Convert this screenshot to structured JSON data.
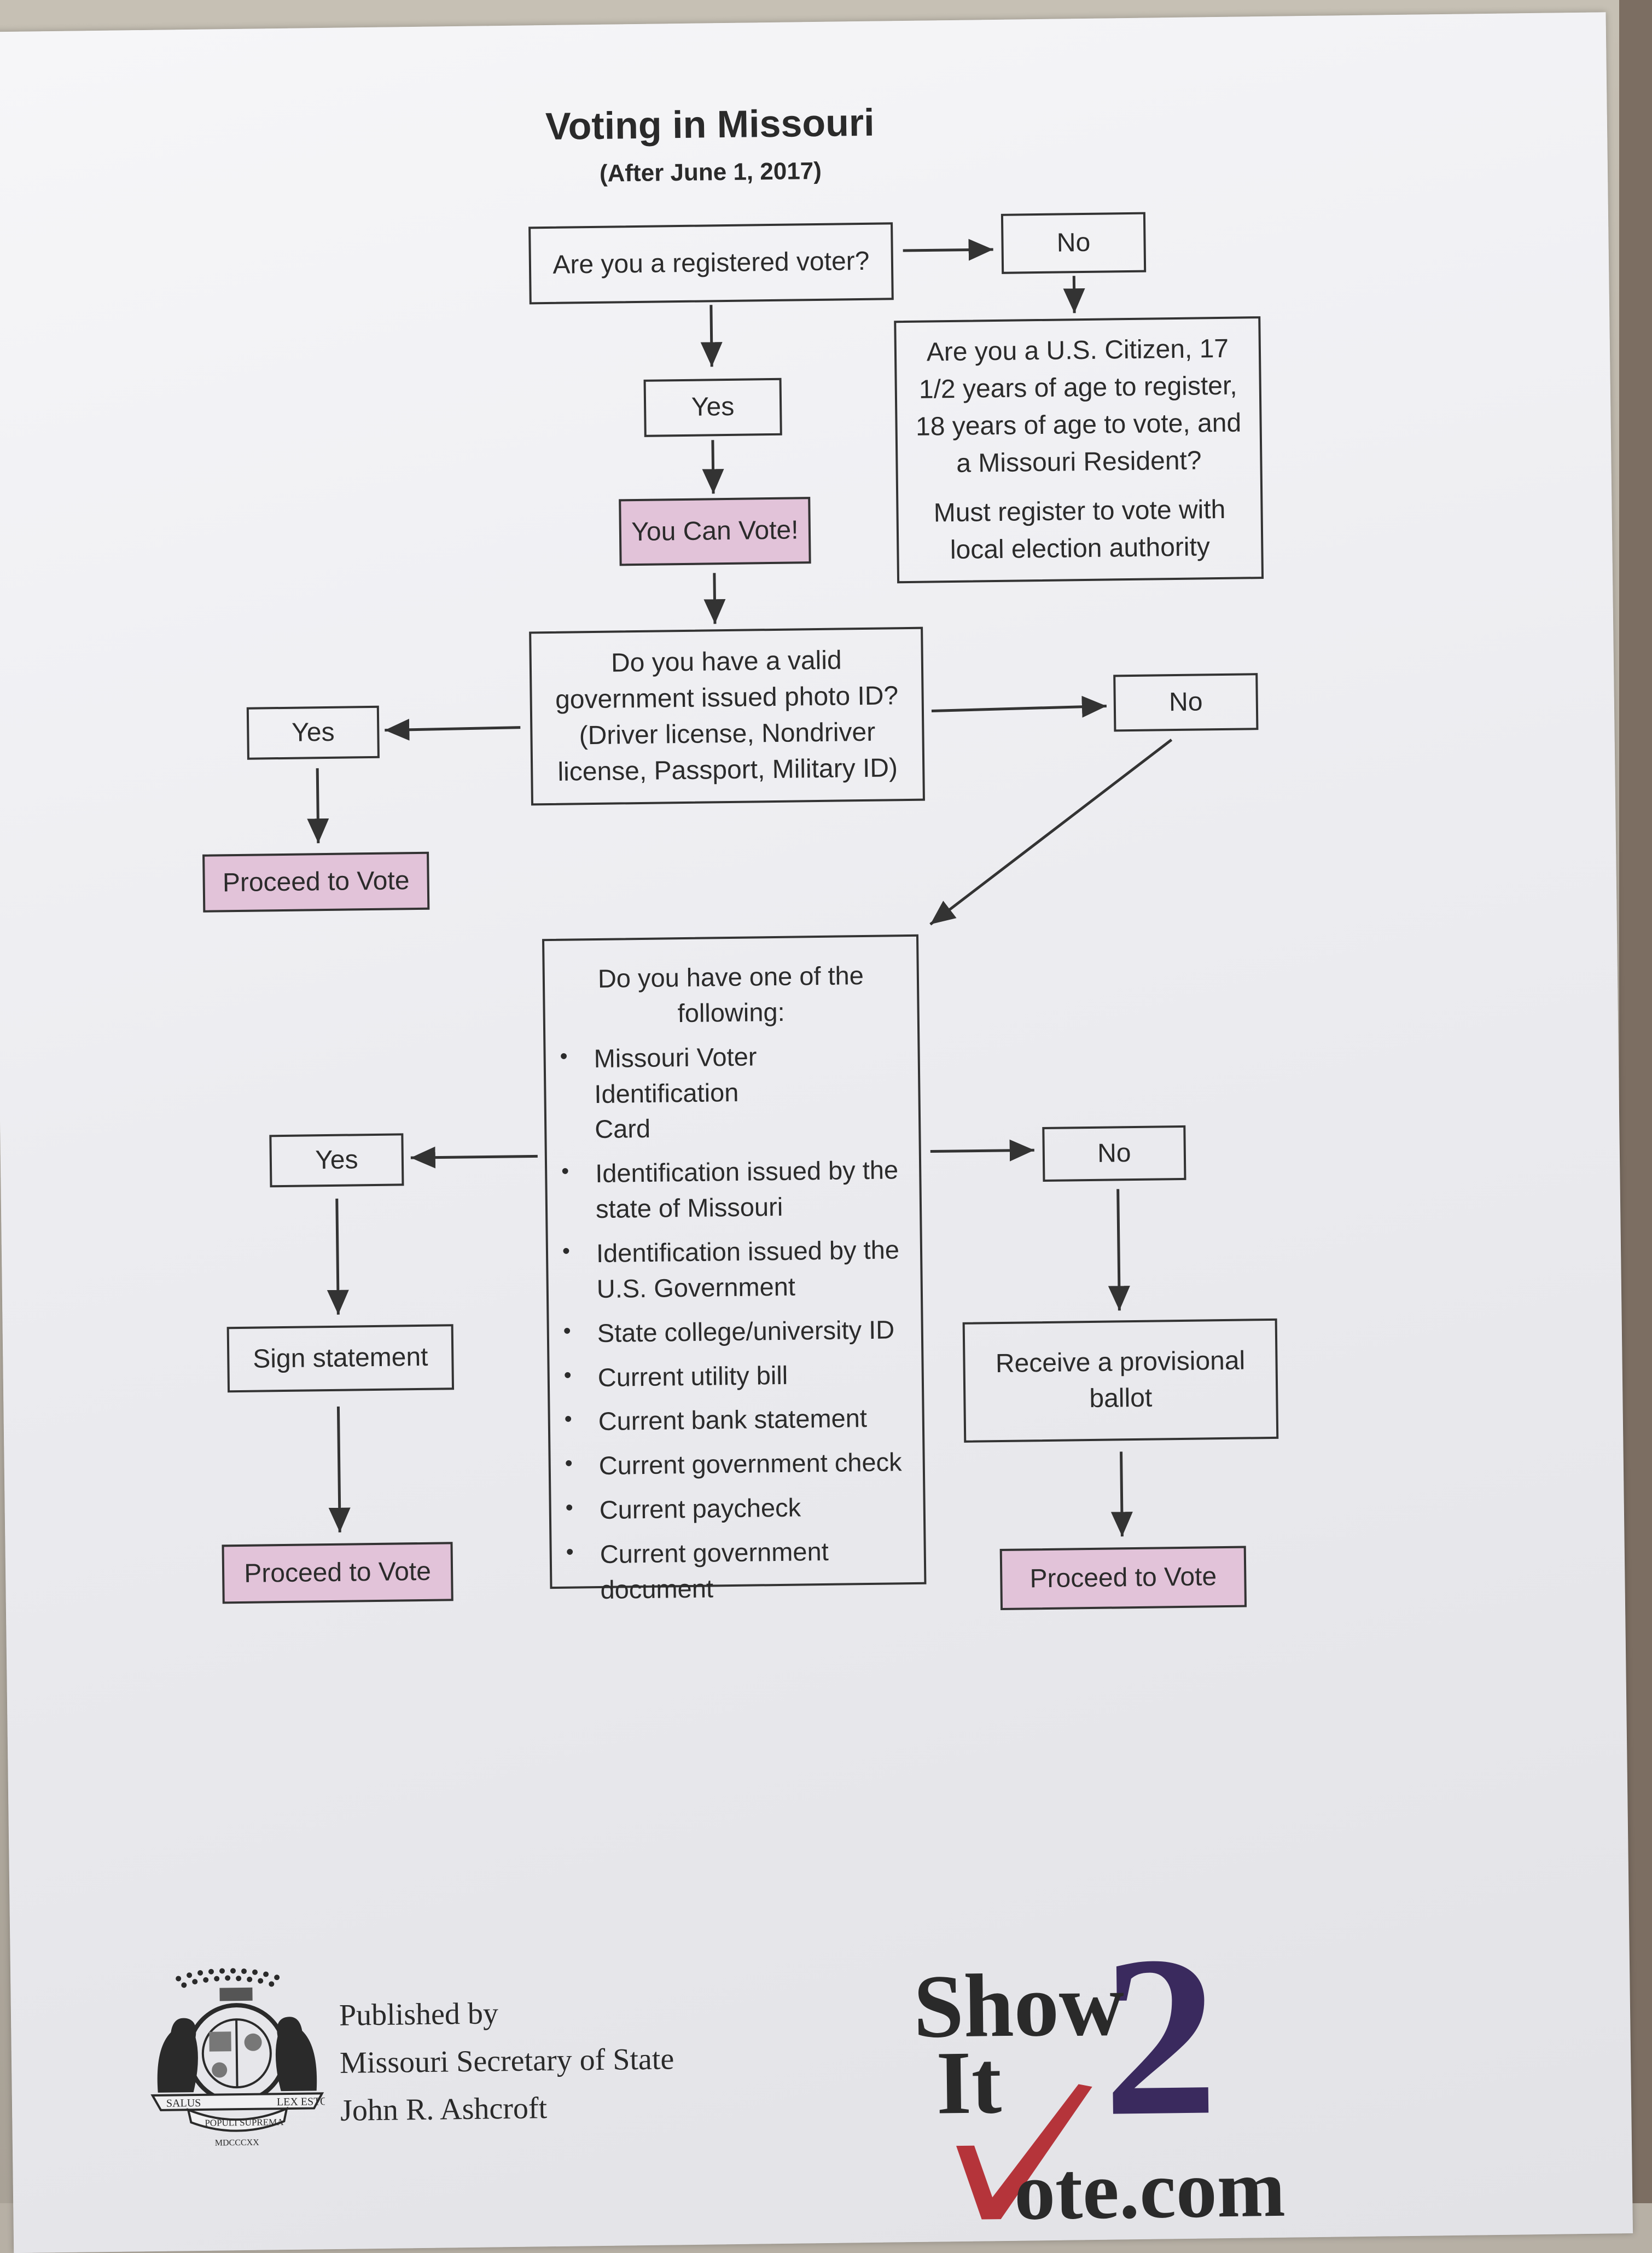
{
  "title": "Voting in Missouri",
  "subtitle": "(After June 1, 2017)",
  "nodes": {
    "registered_q": "Are you a registered voter?",
    "registered_no": "No",
    "citizen_q_1": "Are you a U.S. Citizen, 17",
    "citizen_q_2": "1/2 years of age to register,",
    "citizen_q_3": "18 years of age to vote, and",
    "citizen_q_4": "a Missouri Resident?",
    "citizen_note_1": "Must register to vote with",
    "citizen_note_2": "local election authority",
    "registered_yes": "Yes",
    "can_vote": "You Can Vote!",
    "photo_id_q_1": "Do you have a valid",
    "photo_id_q_2": "government issued photo ID?",
    "photo_id_q_3": "(Driver license, Nondriver",
    "photo_id_q_4": "license, Passport, Military ID)",
    "photo_id_yes": "Yes",
    "photo_id_no": "No",
    "proceed_1": "Proceed to Vote",
    "alt_id_q_1": "Do you have one of the",
    "alt_id_q_2": "following:",
    "alt_id_items": [
      [
        "Missouri Voter Identification",
        "Card"
      ],
      [
        "Identification issued by the",
        "state of Missouri"
      ],
      [
        "Identification issued by the",
        "U.S. Government"
      ],
      [
        "State college/university ID"
      ],
      [
        "Current utility bill"
      ],
      [
        "Current bank statement"
      ],
      [
        "Current government check"
      ],
      [
        "Current paycheck"
      ],
      [
        "Current government",
        "document"
      ]
    ],
    "alt_id_yes": "Yes",
    "alt_id_no": "No",
    "sign_statement": "Sign statement",
    "proceed_2": "Proceed to Vote",
    "provisional_1": "Receive a provisional",
    "provisional_2": "ballot",
    "proceed_3": "Proceed to Vote"
  },
  "footer": {
    "published_by": "Published by",
    "office": "Missouri Secretary of State",
    "name": "John R. Ashcroft",
    "logo_show": "Show",
    "logo_it": "It",
    "logo_2": "2",
    "logo_vote": "ote.com",
    "seal_salus": "SALUS",
    "seal_populi": "POPULI SUPREMA",
    "seal_lex": "LEX ESTO",
    "seal_year": "MDCCCXX"
  },
  "colors": {
    "pink_fill": "#e2c3d9",
    "logo_purple": "#3a2a5e",
    "logo_red": "#b5343a"
  }
}
